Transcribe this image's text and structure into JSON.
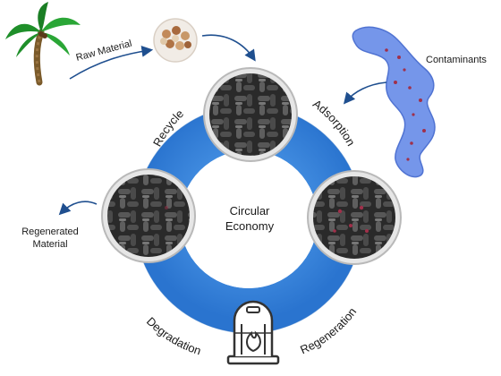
{
  "center": {
    "line1": "Circular",
    "line2": "Economy"
  },
  "ring_labels": {
    "recycle": "Recycle",
    "adsorption": "Adsorption",
    "regeneration": "Regeneration",
    "degradation": "Degradation"
  },
  "side_labels": {
    "raw_material": "Raw Material",
    "contaminants": "Contaminants",
    "regenerated_line1": "Regenerated",
    "regenerated_line2": "Material"
  },
  "colors": {
    "ring": "#3d8ee6",
    "ring_dark": "#2870c8",
    "water": "#6f8fe6",
    "water_edge": "#4f6fd0",
    "pollutant": "#a0304a",
    "arrow": "#1f4f8f",
    "carbon": "#2b2b2b",
    "frame": "#c8c8c8"
  },
  "icons": {
    "tree": "palm-tree-icon",
    "material": "seed-pile-icon",
    "furnace": "furnace-flame-icon",
    "pellets": "activated-carbon-icon"
  }
}
